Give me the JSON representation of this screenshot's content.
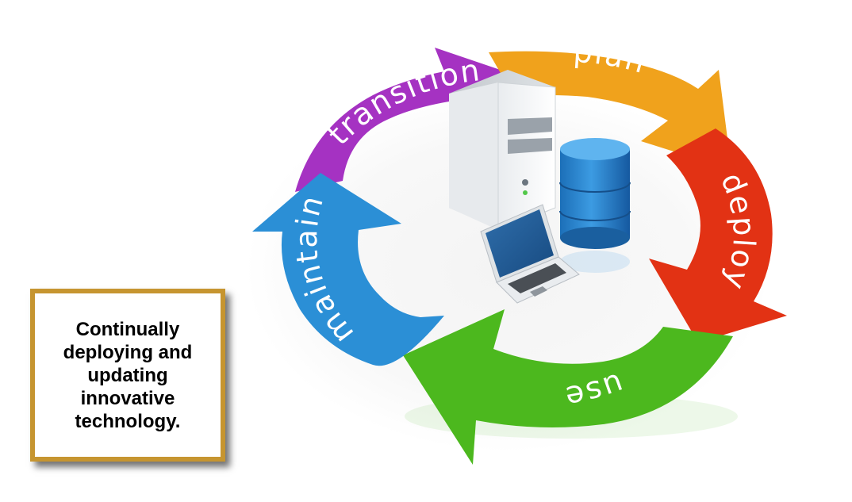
{
  "diagram": {
    "stages": [
      {
        "label": "plan",
        "color": "#f0a21c"
      },
      {
        "label": "deploy",
        "color": "#e23214"
      },
      {
        "label": "use",
        "color": "#4cb81e"
      },
      {
        "label": "maintain",
        "color": "#2b8fd6"
      },
      {
        "label": "transition",
        "color": "#a532c2"
      }
    ]
  },
  "caption": {
    "text": "Continually deploying and updating innovative technology."
  },
  "icons": [
    "server-tower-icon",
    "database-cylinder-icon",
    "laptop-icon"
  ]
}
